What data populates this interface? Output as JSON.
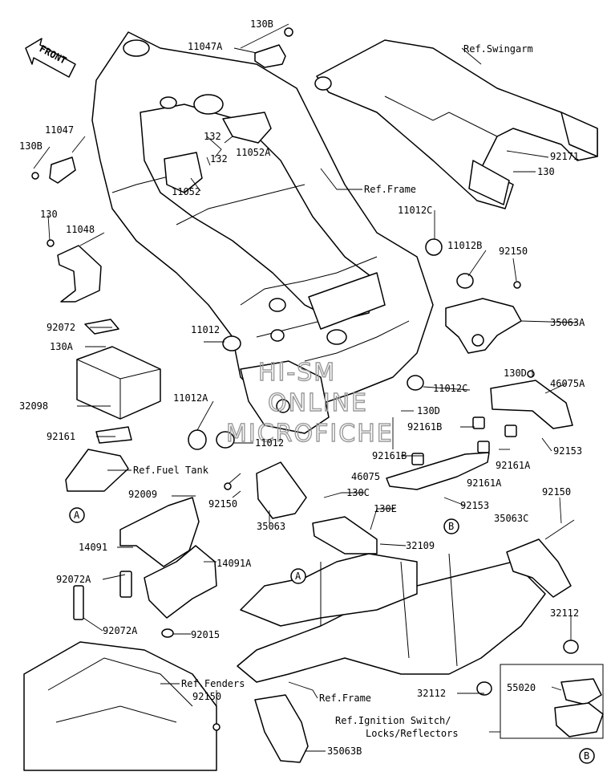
{
  "direction_badge": "FRONT",
  "watermark": [
    "HI-SM",
    "ONLINE",
    "MICROFICHE"
  ],
  "part_labels": {
    "p130B_top": "130B",
    "p11047A": "11047A",
    "p11047": "11047",
    "p130B_left": "130B",
    "p132a": "132",
    "p132b": "132",
    "p11052A": "11052A",
    "p11052": "11052",
    "p130_left": "130",
    "p11048": "11048",
    "p92072": "92072",
    "p130A": "130A",
    "p32098": "32098",
    "p92161": "92161",
    "p11012": "11012",
    "p11012A": "11012A",
    "p11012_b": "11012",
    "p11012C_top": "11012C",
    "p11012B": "11012B",
    "p11012C_mid": "11012C",
    "p92150_top": "92150",
    "p35063A": "35063A",
    "p92171": "92171",
    "p130_swing": "130",
    "p130D_a": "130D",
    "p46075A": "46075A",
    "p130D_b": "130D",
    "p92161B_a": "92161B",
    "p92161B_b": "92161B",
    "p92153_a": "92153",
    "p92161A_a": "92161A",
    "p46075": "46075",
    "p92161A_b": "92161A",
    "p92153_b": "92153",
    "p92009": "92009",
    "p92150_mid": "92150",
    "p35063": "35063",
    "p130C": "130C",
    "p130E": "130E",
    "p32109": "32109",
    "p92150_right": "92150",
    "p35063C": "35063C",
    "p14091": "14091",
    "p14091A": "14091A",
    "p92072A_a": "92072A",
    "p92072A_b": "92072A",
    "p92015": "92015",
    "p32112_a": "32112",
    "p32112_b": "32112",
    "p55020": "55020",
    "p92150_bottom": "92150",
    "p35063B": "35063B"
  },
  "reference_labels": {
    "swingarm": "Ref.Swingarm",
    "frame_top": "Ref.Frame",
    "fuel_tank": "Ref.Fuel Tank",
    "fenders": "Ref.Fenders",
    "frame_bottom": "Ref.Frame",
    "ignition_1": "Ref.Ignition Switch/",
    "ignition_2": "Locks/Reflectors"
  },
  "callouts": {
    "A_left": "A",
    "A_mid": "A",
    "B_top": "B",
    "B_bottom": "B"
  }
}
